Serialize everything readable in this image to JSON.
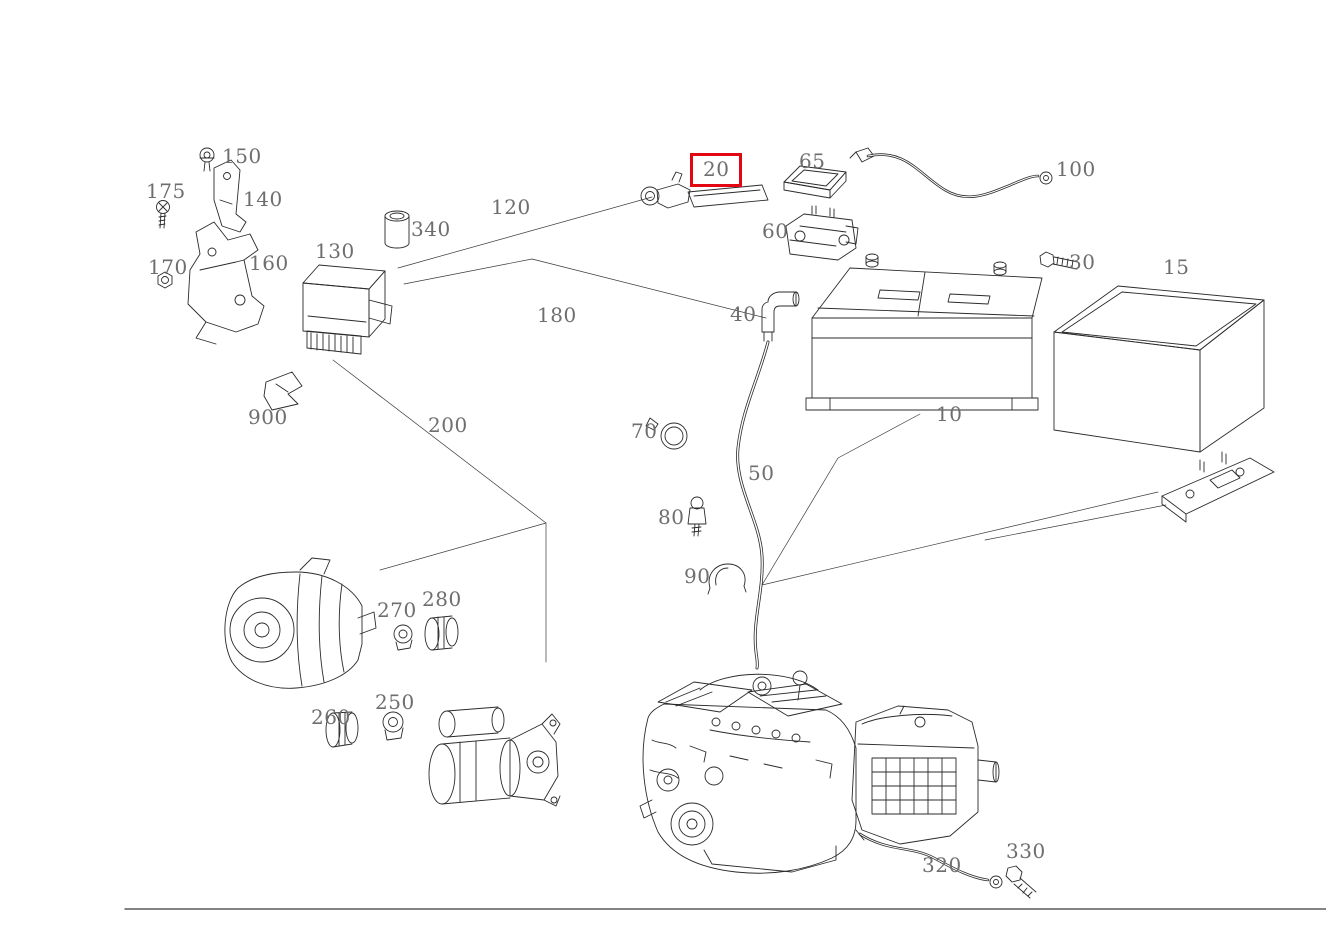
{
  "diagram": {
    "type": "exploded-parts-diagram",
    "description": "vehicle battery and electrical equipment parts illustration",
    "selected_part": "20",
    "highlight_color": "#e30613",
    "label_color": "#6e6e6e",
    "line_color": "#2b2b2b",
    "labels": [
      "150",
      "175",
      "140",
      "170",
      "160",
      "130",
      "340",
      "120",
      "20",
      "65",
      "100",
      "60",
      "30",
      "15",
      "40",
      "180",
      "10",
      "900",
      "200",
      "70",
      "50",
      "80",
      "90",
      "270",
      "280",
      "250",
      "260",
      "320",
      "330"
    ]
  }
}
